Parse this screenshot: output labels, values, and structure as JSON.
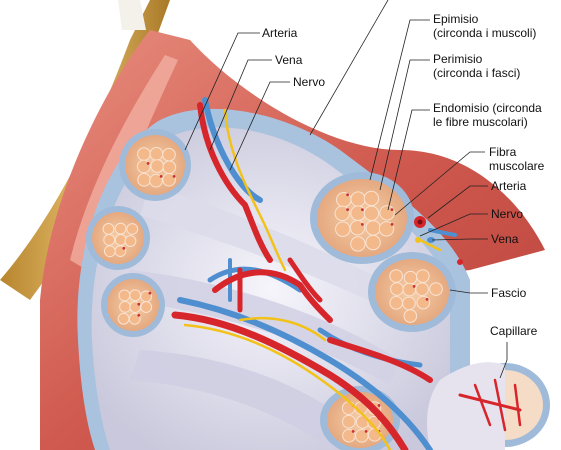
{
  "diagram": {
    "labels": {
      "arteria_left": "Arteria",
      "vena_left": "Vena",
      "nervo_left": "Nervo",
      "epimisio_line1": "Epimisio",
      "epimisio_line2": "(circonda i muscoli)",
      "perimisio_line1": "Perimisio",
      "perimisio_line2": "(circonda i fasci)",
      "endomisio_line1": "Endomisio (circonda",
      "endomisio_line2": "le fibre muscolari)",
      "fibra_line1": "Fibra",
      "fibra_line2": "muscolare",
      "arteria_right": "Arteria",
      "nervo_right": "Nervo",
      "vena_right": "Vena",
      "fascio": "Fascio",
      "capillare": "Capillare"
    },
    "colors": {
      "muscle_outer": "#c9504a",
      "muscle_highlight": "#ee9a8a",
      "epimysium": "#a9c3df",
      "perimysium_interior": "#e9e8f2",
      "fascicle_fill": "#f2c29a",
      "fiber_fill": "#f4b98a",
      "artery": "#d7262b",
      "vein": "#4f8fcf",
      "nerve": "#f2c21a",
      "tendon": "#cfa24c"
    }
  }
}
